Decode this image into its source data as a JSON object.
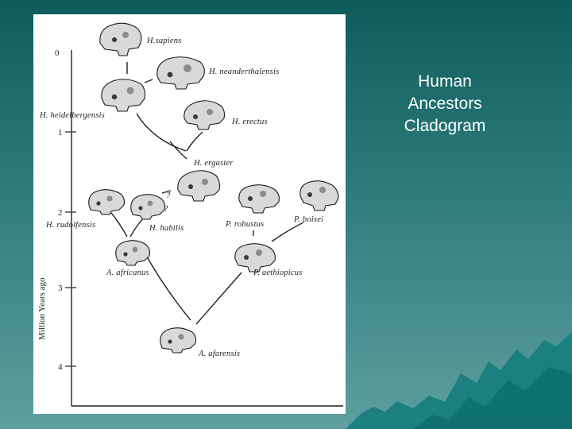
{
  "slide": {
    "title_lines": [
      "Human",
      "Ancestors",
      "Cladogram"
    ],
    "colors": {
      "background_top": "#0d5c5c",
      "background_bottom": "#5e9f9f",
      "mountain": "#127a7a",
      "title_text": "#ffffff",
      "panel": "#ffffff"
    }
  },
  "diagram": {
    "axis_title": "Million Years ago",
    "ticks": [
      "0",
      "1",
      "2",
      "3",
      "4"
    ],
    "question_marks": [
      "?",
      "?"
    ],
    "species": {
      "sapiens": "H.sapiens",
      "neanderthalensis": "H.  neanderthalensis",
      "heidelbergensis": "H.  heidelbergensis",
      "erectus": "H.  erectus",
      "ergaster": "H.  ergaster",
      "rudolfensis": "H.  rudolfensis",
      "habilis": "H.  habilis",
      "robustus": "P.  robustus",
      "boisei": "P.  boisei",
      "africanus": "A.  africanus",
      "aethiopicus": "P.  aethiopicus",
      "afarensis": "A.  afarensis"
    }
  }
}
